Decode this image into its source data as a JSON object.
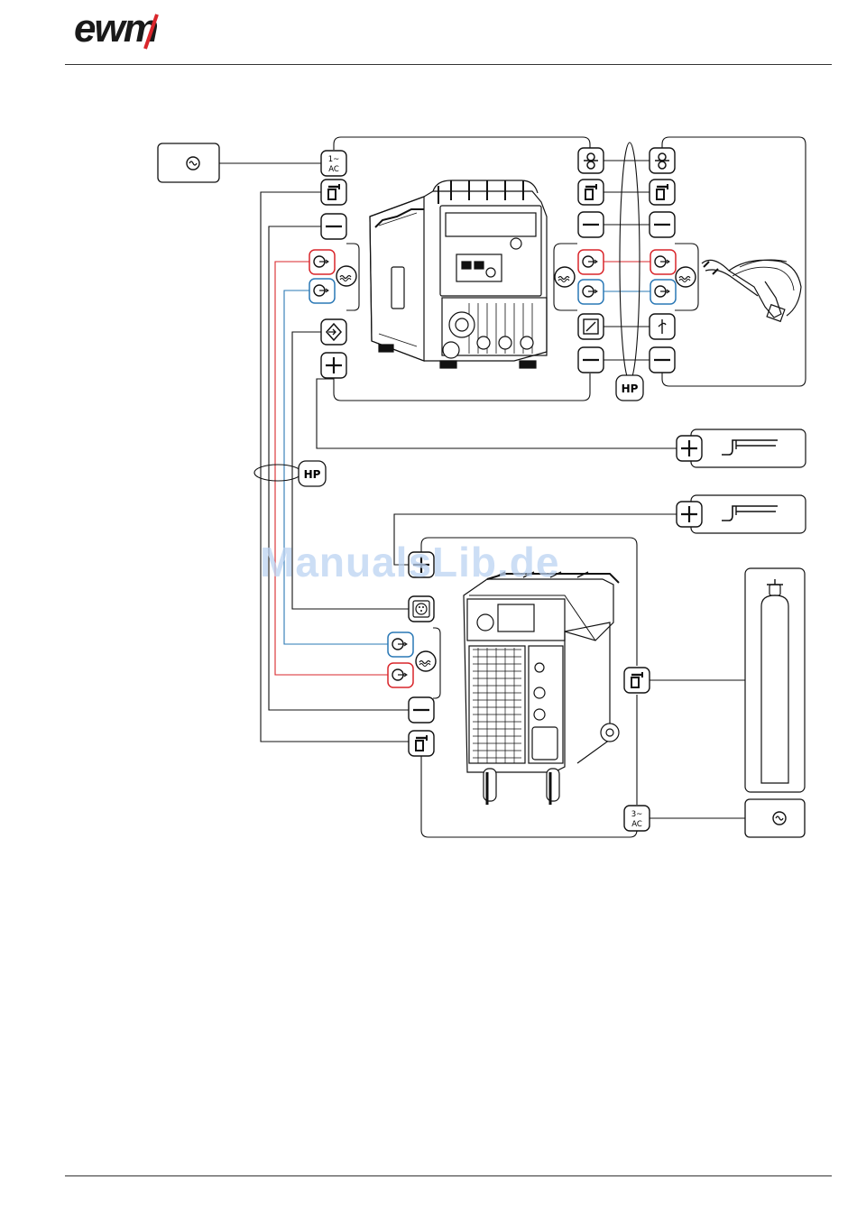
{
  "header": {
    "brand": "ewm"
  },
  "watermark": "ManualsLib.de",
  "labels": {
    "mains_single_phase_line1": "1~",
    "mains_single_phase_line2": "AC",
    "mains_three_phase_line1": "3~",
    "mains_three_phase_line2": "AC",
    "hose_package_top": "HP",
    "hose_package_bottom": "HP"
  },
  "colors": {
    "coolant_return": "#d9262b",
    "coolant_supply": "#2a78b5",
    "line": "#1a1a1a",
    "watermark": "#bcd3f2"
  },
  "icons": {
    "mains_plug": "ac-sine-icon",
    "gas": "gas-cylinder-valve-icon",
    "minus": "minus-icon",
    "plus": "plus-icon",
    "coolant": "coolant-flow-icon",
    "control": "control-cable-icon",
    "wire_feed": "wire-spool-icon",
    "workpiece": "workpiece-clamp-icon"
  }
}
